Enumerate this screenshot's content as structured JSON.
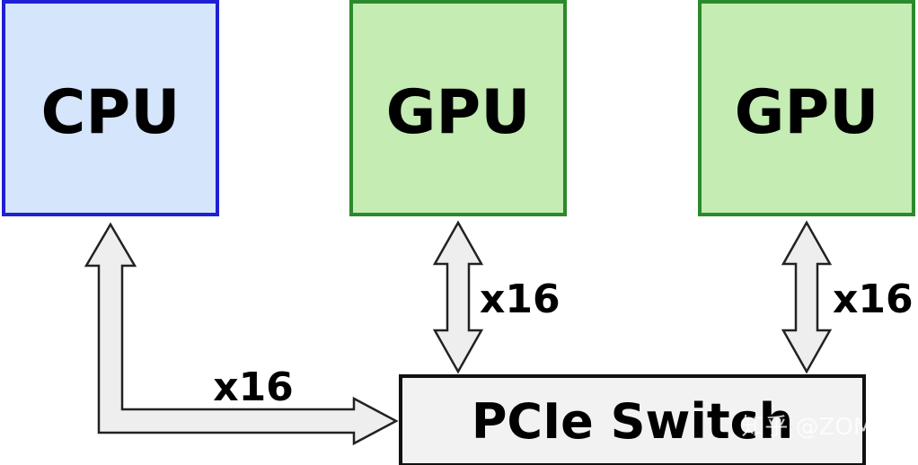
{
  "diagram": {
    "nodes": {
      "cpu": {
        "label": "CPU",
        "fill": "#d5e5fb",
        "stroke": "#1f1fd4"
      },
      "gpu1": {
        "label": "GPU",
        "fill": "#c4ecb3",
        "stroke": "#2b8a2b"
      },
      "gpu2": {
        "label": "GPU",
        "fill": "#c4ecb3",
        "stroke": "#2b8a2b"
      },
      "switch": {
        "label": "PCIe Switch",
        "fill": "#f2f2f2",
        "stroke": "#111111"
      }
    },
    "links": {
      "cpu_switch": {
        "label": "x16"
      },
      "gpu1_switch": {
        "label": "x16"
      },
      "gpu2_switch": {
        "label": "x16"
      }
    },
    "arrow_fill": "#eeeeee",
    "arrow_stroke": "#222222",
    "watermark": "知乎 @ZOMI酱"
  }
}
